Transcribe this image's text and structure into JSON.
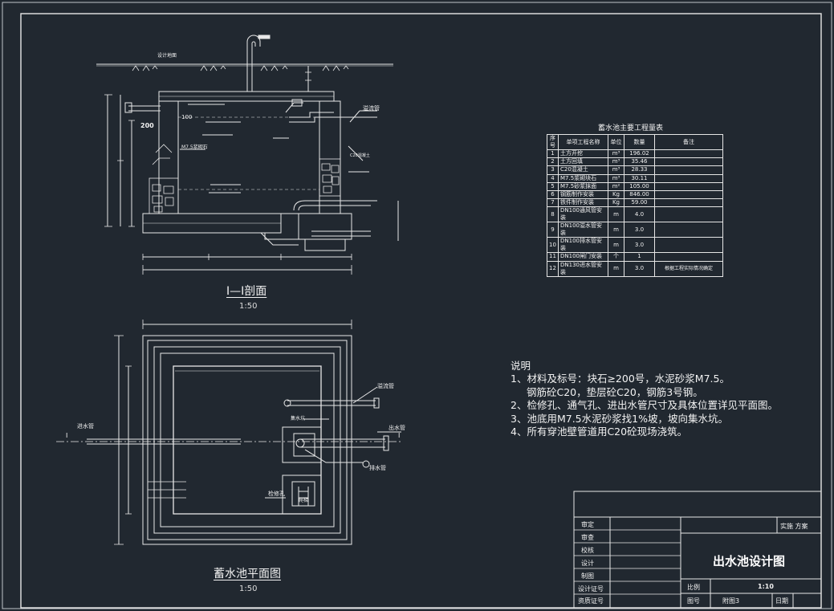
{
  "section_caption": "I—I剖面",
  "section_scale": "1:50",
  "plan_caption": "蓄水池平面图",
  "plan_scale": "1:50",
  "section_labels": {
    "design_ground": "设计地面",
    "overflow_pipe": "溢流管",
    "dim_200": "200",
    "dim_100": "100",
    "mortar_layer": "M7.5浆砌石",
    "concrete": "C20混凝土"
  },
  "plan_labels": {
    "inlet_pipe": "进水管",
    "overflow_pipe": "溢流管",
    "drain_pipe": "排水管",
    "outlet_pipe": "出水管",
    "sump": "集水坑",
    "inspection": "检修孔",
    "ladder": "爬梯",
    "mark_left": "I",
    "mark_right": "I"
  },
  "quantity_table": {
    "title": "蓄水池主要工程量表",
    "headers": [
      "序号",
      "单项工程名称",
      "单位",
      "数量",
      "备注"
    ],
    "rows": [
      [
        "1",
        "土方开挖",
        "m³",
        "196.02",
        ""
      ],
      [
        "2",
        "土方回填",
        "m³",
        "35.46",
        ""
      ],
      [
        "3",
        "C20混凝土",
        "m³",
        "28.33",
        ""
      ],
      [
        "4",
        "M7.5浆砌块石",
        "m³",
        "30.11",
        ""
      ],
      [
        "5",
        "M7.5砂浆抹面",
        "m²",
        "105.00",
        ""
      ],
      [
        "6",
        "钢筋制作安装",
        "Kg",
        "846.00",
        ""
      ],
      [
        "7",
        "铁件制作安装",
        "Kg",
        "59.00",
        ""
      ],
      [
        "8",
        "DN100通风管安装",
        "m",
        "4.0",
        ""
      ],
      [
        "9",
        "DN100溢水管安装",
        "m",
        "3.0",
        ""
      ],
      [
        "10",
        "DN100排水管安装",
        "m",
        "3.0",
        ""
      ],
      [
        "11",
        "DN100闸门安装",
        "个",
        "1",
        ""
      ],
      [
        "12",
        "DN130进水管安装",
        "m",
        "3.0",
        "根据工程实际情况确定"
      ]
    ]
  },
  "notes": {
    "heading": "说明",
    "lines": [
      "1、材料及标号：块石≥200号，水泥砂浆M7.5。",
      "钢筋砼C20，垫层砼C20，钢筋3号钢。",
      "2、检修孔、通气孔、进出水管尺寸及具体位置详见平面图。",
      "3、池底用M7.5水泥砂浆找1%坡，坡向集水坑。",
      "4、所有穿池壁管道用C20砼现场浇筑。"
    ]
  },
  "title_block": {
    "left_rows": [
      "审定",
      "审查",
      "校核",
      "设计",
      "制图",
      "设计证号",
      "资质证号"
    ],
    "stage": "实施    方案",
    "drawing_title": "出水池设计图",
    "scale_label": "比例",
    "scale_value": "1:10",
    "drawing_no_label": "图号",
    "drawing_no_value": "附图3",
    "date_label": "日期"
  },
  "colors": {
    "background": "#212830",
    "line": "#e8e8e8",
    "frame": "#cfd3d8"
  }
}
